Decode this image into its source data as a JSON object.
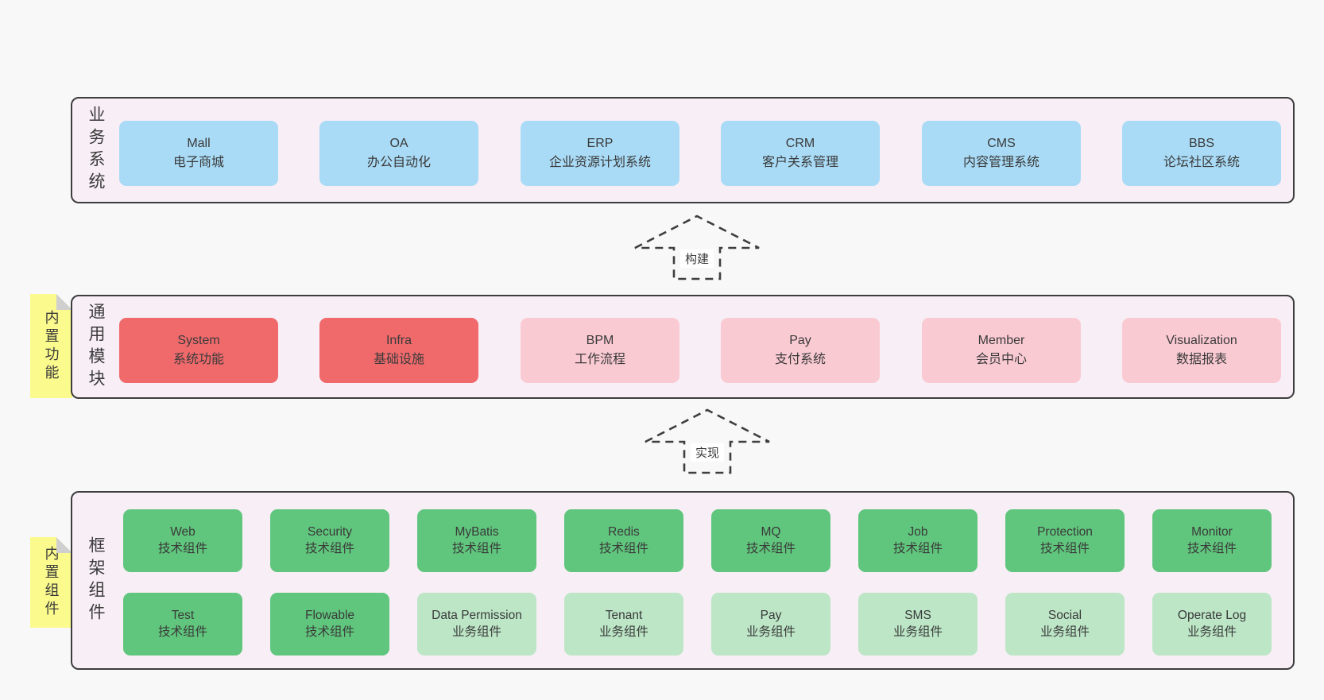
{
  "colors": {
    "page_bg": "#f8f8f8",
    "panel_bg": "#f8eef6",
    "panel_border": "#3d3d3d",
    "blue_box": "#a9dbf6",
    "red_box": "#f06a6c",
    "pink_box": "#facad3",
    "green_dark_box": "#60c67d",
    "green_light_box": "#bce6c6",
    "note_yellow": "#fbfa8d",
    "text": "#3a3a3a"
  },
  "layers": [
    {
      "label": "业务系统",
      "boxes": [
        {
          "name": "Mall",
          "type": "电子商城"
        },
        {
          "name": "OA",
          "type": "办公自动化"
        },
        {
          "name": "ERP",
          "type": "企业资源计划系统"
        },
        {
          "name": "CRM",
          "type": "客户关系管理"
        },
        {
          "name": "CMS",
          "type": "内容管理系统"
        },
        {
          "name": "BBS",
          "type": "论坛社区系统"
        }
      ]
    },
    {
      "label": "通用模块",
      "note": "内置功能",
      "boxes": [
        {
          "name": "System",
          "type": "系统功能"
        },
        {
          "name": "Infra",
          "type": "基础设施"
        },
        {
          "name": "BPM",
          "type": "工作流程"
        },
        {
          "name": "Pay",
          "type": "支付系统"
        },
        {
          "name": "Member",
          "type": "会员中心"
        },
        {
          "name": "Visualization",
          "type": "数据报表"
        }
      ]
    },
    {
      "label": "框架组件",
      "note": "内置组件",
      "rows": [
        [
          {
            "name": "Web",
            "type": "技术组件"
          },
          {
            "name": "Security",
            "type": "技术组件"
          },
          {
            "name": "MyBatis",
            "type": "技术组件"
          },
          {
            "name": "Redis",
            "type": "技术组件"
          },
          {
            "name": "MQ",
            "type": "技术组件"
          },
          {
            "name": "Job",
            "type": "技术组件"
          },
          {
            "name": "Protection",
            "type": "技术组件"
          },
          {
            "name": "Monitor",
            "type": "技术组件"
          }
        ],
        [
          {
            "name": "Test",
            "type": "技术组件"
          },
          {
            "name": "Flowable",
            "type": "技术组件"
          },
          {
            "name": "Data Permission",
            "type": "业务组件"
          },
          {
            "name": "Tenant",
            "type": "业务组件"
          },
          {
            "name": "Pay",
            "type": "业务组件"
          },
          {
            "name": "SMS",
            "type": "业务组件"
          },
          {
            "name": "Social",
            "type": "业务组件"
          },
          {
            "name": "Operate Log",
            "type": "业务组件"
          }
        ]
      ]
    }
  ],
  "arrows": [
    {
      "label": "构建"
    },
    {
      "label": "实现"
    }
  ]
}
